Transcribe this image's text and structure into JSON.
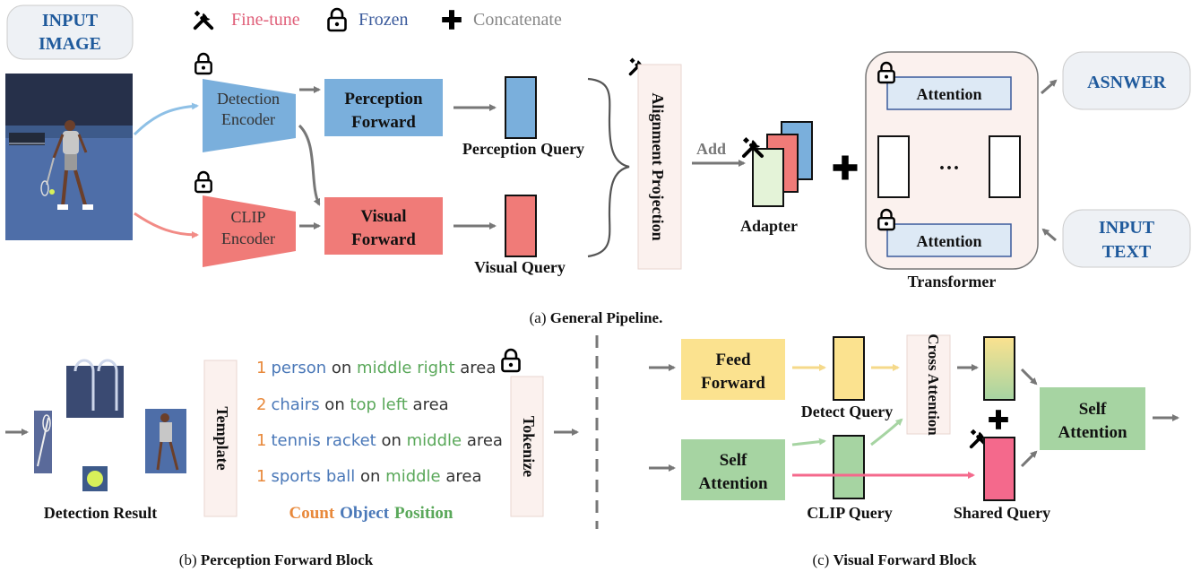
{
  "legend": {
    "finetune": "Fine-tune",
    "frozen": "Frozen",
    "concat": "Concatenate",
    "finetune_icon": "tools-icon",
    "frozen_icon": "lock-icon",
    "concat_icon": "plus-icon"
  },
  "colors": {
    "finetune": "#e0607a",
    "frozen": "#3b5b9c",
    "concat": "#888888",
    "blue": "#7aafdc",
    "red": "#f07b78",
    "yellow": "#fbe28f",
    "green": "#a6d4a2",
    "pink": "#f4698c",
    "count": "#e8883a",
    "object": "#4a78b8",
    "position": "#5aa85a",
    "pill": "#eef1f5",
    "text_blue": "#1f5a9c"
  },
  "pipeline": {
    "input_image": [
      "INPUT",
      "IMAGE"
    ],
    "detection_encoder": [
      "Detection",
      "Encoder"
    ],
    "clip_encoder": [
      "CLIP",
      "Encoder"
    ],
    "perception_forward": [
      "Perception",
      "Forward"
    ],
    "visual_forward": [
      "Visual",
      "Forward"
    ],
    "perception_query": "Perception Query",
    "visual_query": "Visual Query",
    "alignment_projection": "Alignment Projection",
    "add": "Add",
    "adapter": "Adapter",
    "attention_top": "Attention",
    "attention_bottom": "Attention",
    "ellipsis": "···",
    "transformer": "Transformer",
    "answer": "ASNWER",
    "input_text": [
      "INPUT",
      "TEXT"
    ],
    "caption_prefix": "(a) ",
    "caption": "General Pipeline."
  },
  "perception_block": {
    "detection_result": "Detection Result",
    "template": "Template",
    "tokenize": "Tokenize",
    "lines": [
      {
        "count": "1",
        "object": "person",
        "mid": " on ",
        "position": "middle right",
        "tail": " area"
      },
      {
        "count": "2",
        "object": "chairs",
        "mid": " on ",
        "position": "top left",
        "tail": " area"
      },
      {
        "count": "1",
        "object": "tennis racket",
        "mid": " on ",
        "position": "middle",
        "tail": " area"
      },
      {
        "count": "1",
        "object": "sports ball",
        "mid": " on ",
        "position": "middle",
        "tail": " area"
      }
    ],
    "legend_count": "Count",
    "legend_object": "Object",
    "legend_position": "Position",
    "caption_prefix": "(b) ",
    "caption": "Perception Forward Block"
  },
  "visual_block": {
    "feed_forward": [
      "Feed",
      "Forward"
    ],
    "self_attention_left": [
      "Self",
      "Attention"
    ],
    "detect_query": "Detect Query",
    "clip_query": "CLIP Query",
    "cross_attention": "Cross Attention",
    "shared_query": "Shared Query",
    "self_attention_right": [
      "Self",
      "Attention"
    ],
    "caption_prefix": "(c) ",
    "caption": "Visual Forward Block"
  }
}
